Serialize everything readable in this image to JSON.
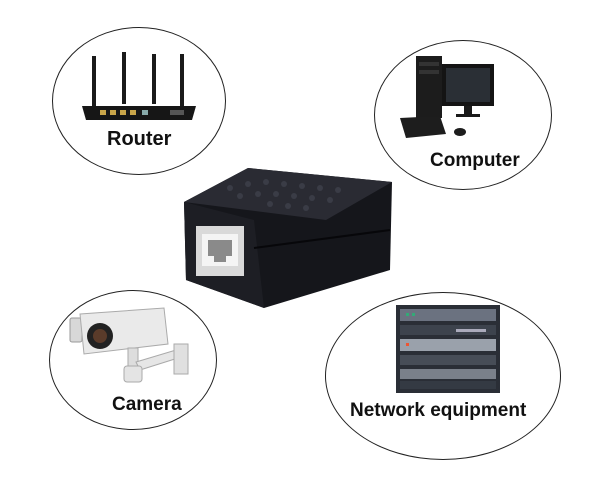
{
  "items": {
    "router": {
      "label": "Router",
      "icon": "router-icon"
    },
    "computer": {
      "label": "Computer",
      "icon": "desktop-computer-icon"
    },
    "camera": {
      "label": "Camera",
      "icon": "security-camera-icon"
    },
    "network": {
      "label": "Network equipment",
      "icon": "server-rack-icon"
    }
  },
  "center": {
    "icon": "rj45-coupler-icon"
  },
  "colors": {
    "outline": "#222222",
    "device": "#1b1b1f",
    "accent": "#c9a64a"
  }
}
